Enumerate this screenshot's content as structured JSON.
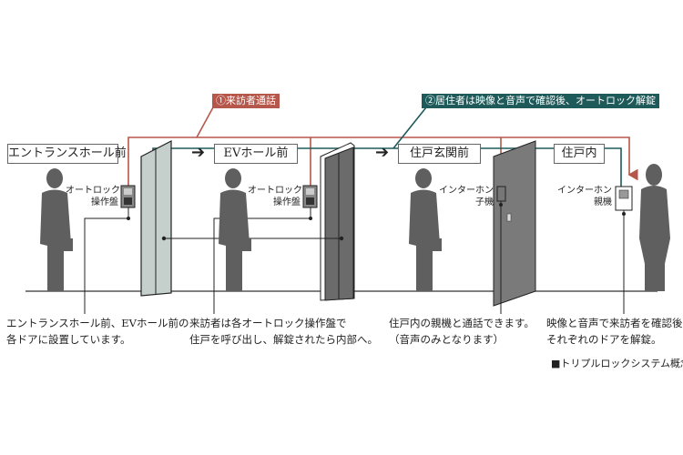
{
  "labels": {
    "step1": "①来訪者通話",
    "step2": "②居住者は映像と音声で確認後、オートロック解錠"
  },
  "places": [
    "エントランスホール前",
    "EVホール前",
    "住戸玄関前",
    "住戸内"
  ],
  "arrow_glyph": "➔",
  "devices": {
    "panel1": [
      "オートロック",
      "操作盤"
    ],
    "panel2": [
      "オートロック",
      "操作盤"
    ],
    "intercom_sub": [
      "インターホン",
      "子機"
    ],
    "intercom_main": [
      "インターホン",
      "親機"
    ]
  },
  "descriptions": [
    [
      "エントランスホール前、EVホール前の",
      "各ドアに設置しています。"
    ],
    [
      "来訪者は各オートロック操作盤で",
      "住戸を呼び出し、解錠されたら内部へ。"
    ],
    [
      "住戸内の親機と通話できます。",
      "（音声のみとなります）"
    ],
    [
      "映像と音声で来訪者を確認後",
      "それぞれのドアを解錠。"
    ]
  ],
  "caption": "■トリプルロックシステム概念図",
  "colors": {
    "red": "#b5574a",
    "teal": "#1f5a5a",
    "person": "#5f5f5f",
    "door_light": "#c5d0cc",
    "door_dark": "#6b6b6b"
  }
}
